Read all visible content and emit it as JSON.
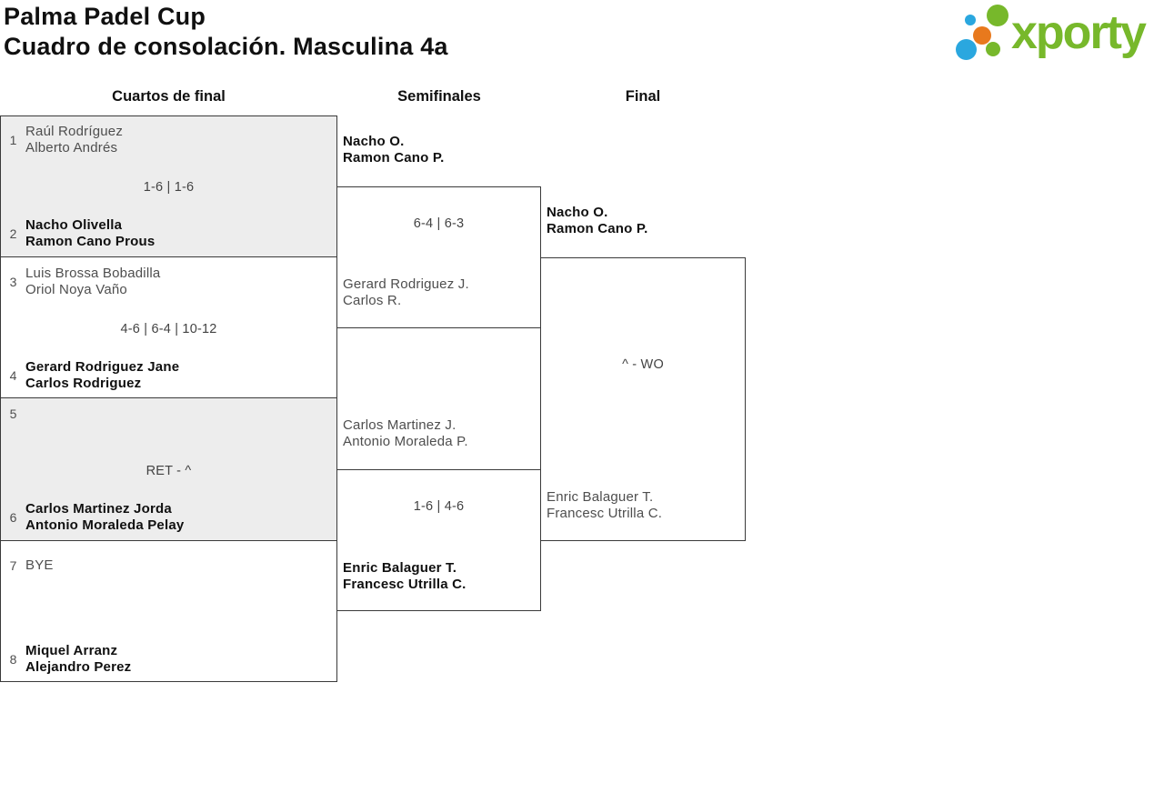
{
  "header": {
    "title_line1": "Palma Padel Cup",
    "title_line2": "Cuadro de consolación. Masculina 4a",
    "logo_text": "xporty"
  },
  "rounds": [
    {
      "label": "Cuartos de final"
    },
    {
      "label": "Semifinales"
    },
    {
      "label": "Final"
    }
  ],
  "bracket": {
    "quarterfinals": [
      {
        "seed_top": "1",
        "team_top": [
          "Raúl Rodríguez",
          "Alberto Andrés"
        ],
        "score": "1-6 | 1-6",
        "seed_bottom": "2",
        "team_bottom": [
          "Nacho Olivella",
          "Ramon Cano Prous"
        ],
        "winner": "bottom"
      },
      {
        "seed_top": "3",
        "team_top": [
          "Luis Brossa Bobadilla",
          "Oriol Noya Vaño"
        ],
        "score": "4-6 | 6-4 | 10-12",
        "seed_bottom": "4",
        "team_bottom": [
          "Gerard Rodriguez Jane",
          "Carlos Rodriguez"
        ],
        "winner": "bottom"
      },
      {
        "seed_top": "5",
        "team_top": [],
        "score": "RET - ^",
        "seed_bottom": "6",
        "team_bottom": [
          "Carlos Martinez Jorda",
          "Antonio Moraleda Pelay"
        ],
        "winner": "bottom"
      },
      {
        "seed_top": "7",
        "team_top": [
          "BYE"
        ],
        "score": "",
        "seed_bottom": "8",
        "team_bottom": [
          "Miquel Arranz",
          "Alejandro Perez"
        ],
        "winner": "bottom"
      }
    ],
    "semifinals": [
      {
        "team_top": [
          "Nacho O.",
          "Ramon Cano P."
        ],
        "score": "6-4 | 6-3",
        "team_bottom": [
          "Gerard Rodriguez J.",
          "Carlos R."
        ],
        "winner": "top"
      },
      {
        "team_top": [
          "Carlos Martinez J.",
          "Antonio Moraleda P."
        ],
        "score": "1-6 | 4-6",
        "team_bottom": [
          "Enric Balaguer T.",
          "Francesc Utrilla C."
        ],
        "winner": "bottom"
      }
    ],
    "final": {
      "team_top": [
        "Nacho O.",
        "Ramon Cano P."
      ],
      "score": "^ - WO",
      "team_bottom": [
        "Enric Balaguer T.",
        "Francesc Utrilla C."
      ],
      "winner": "top"
    }
  },
  "colors": {
    "brand_green": "#77b82b",
    "brand_blue": "#2aa7df",
    "brand_orange": "#e8791d",
    "match_shaded_bg": "#ededed",
    "box_border": "#3a3a3a",
    "winner_text": "#101010",
    "normal_text": "#4e4e4e"
  }
}
